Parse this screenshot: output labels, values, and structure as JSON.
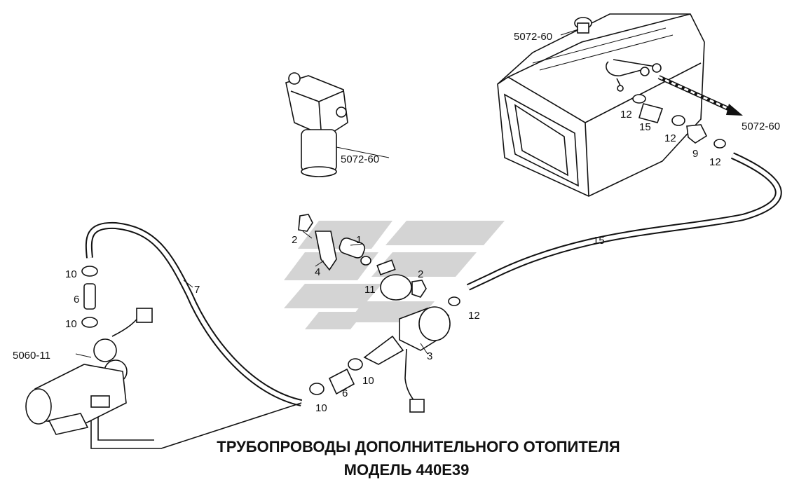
{
  "diagram": {
    "title_line1": "ТРУБОПРОВОДЫ ДОПОЛНИТЕЛЬНОГО ОТОПИТЕЛЯ",
    "title_line2": "МОДЕЛЬ 440Е39",
    "callouts": {
      "tank_ref": "5072-60",
      "filter_ref": "5072-60",
      "arrow_ref": "5072-60",
      "heater_ref": "5060-11",
      "c12_a": "12",
      "c15_a": "15",
      "c12_b": "12",
      "c9": "9",
      "c12_c": "12",
      "c15_b": "15",
      "c2_a": "2",
      "c1": "1",
      "c4": "4",
      "c2_b": "2",
      "c11": "11",
      "c12_d": "12",
      "c3": "3",
      "c10_a": "10",
      "c6_a": "6",
      "c10_b": "10",
      "c7": "7",
      "c10_c": "10",
      "c6_b": "6",
      "c10_d": "10"
    },
    "colors": {
      "line": "#111111",
      "watermark": "#cfcfcf"
    }
  }
}
